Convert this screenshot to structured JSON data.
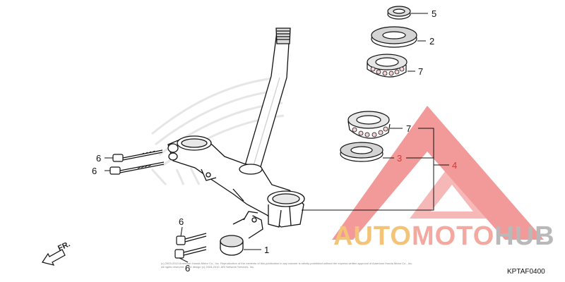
{
  "diagram": {
    "callouts": {
      "c1": "1",
      "c2": "2",
      "c3": "3",
      "c4": "4",
      "c5": "5",
      "c6a": "6",
      "c6b": "6",
      "c6c": "6",
      "c6d": "6",
      "c7a": "7",
      "c7b": "7"
    },
    "direction_label": "FR.",
    "reference_code": "KPTAF0400",
    "copyright": "(c) 2003-2010 American Honda Motor Co., Inc. Reproduction of the contents of this publication in any manner is strictly prohibited without the express written approval of American Honda Motor Co., Inc. All rights reserved. Page design (c) 2004-2010, ARI Network Services, Inc."
  },
  "watermark": {
    "part1": "AUTO",
    "part2": "MOTO",
    "part3": "HUB",
    "colors": {
      "part1": "#f3c478",
      "part2": "#f3a9a0",
      "part3": "#b9b9b9",
      "triangle": "#f08080"
    }
  }
}
